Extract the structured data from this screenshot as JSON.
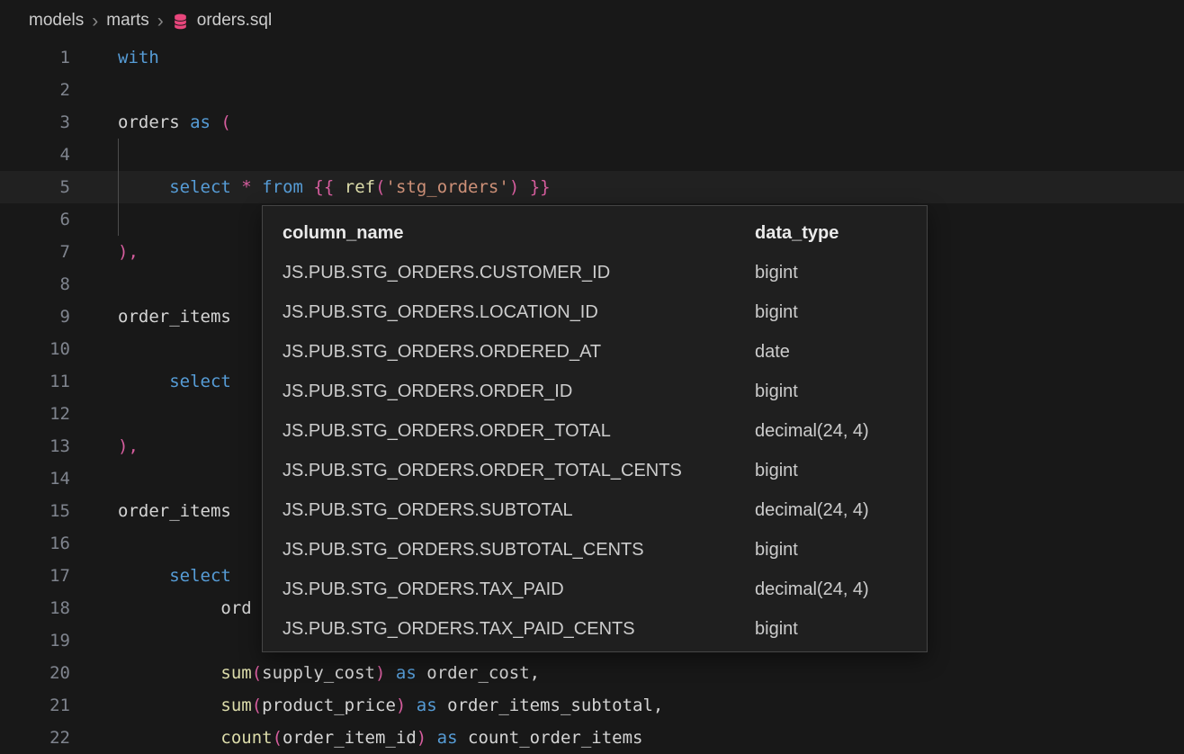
{
  "breadcrumb": {
    "items": [
      "models",
      "marts",
      "orders.sql"
    ],
    "separator": "›",
    "icon_color": "#E8467C"
  },
  "editor": {
    "background": "#181818",
    "current_line_background": "#212121",
    "token_colors": {
      "k": "#569cd6",
      "p": "#d4d4d4",
      "f": "#dcdcaa",
      "s": "#ce9178",
      "m": "#d65d9e"
    },
    "lines": [
      {
        "n": "1",
        "seg": [
          [
            "k",
            "with"
          ]
        ]
      },
      {
        "n": "2",
        "seg": []
      },
      {
        "n": "3",
        "seg": [
          [
            "p",
            "orders "
          ],
          [
            "k",
            "as"
          ],
          [
            "p",
            " "
          ],
          [
            "m",
            "("
          ]
        ]
      },
      {
        "n": "4",
        "guide": true,
        "seg": []
      },
      {
        "n": "5",
        "cur": true,
        "guide": true,
        "seg": [
          [
            "p",
            "     "
          ],
          [
            "k",
            "select"
          ],
          [
            "p",
            " "
          ],
          [
            "m",
            "*"
          ],
          [
            "p",
            " "
          ],
          [
            "k",
            "from"
          ],
          [
            "p",
            " "
          ],
          [
            "m",
            "{{"
          ],
          [
            "p",
            " "
          ],
          [
            "f",
            "ref"
          ],
          [
            "m",
            "("
          ],
          [
            "s",
            "'stg_orders'"
          ],
          [
            "m",
            ")"
          ],
          [
            "p",
            " "
          ],
          [
            "m",
            "}}"
          ]
        ]
      },
      {
        "n": "6",
        "guide": true,
        "seg": []
      },
      {
        "n": "7",
        "seg": [
          [
            "m",
            "),"
          ]
        ]
      },
      {
        "n": "8",
        "seg": []
      },
      {
        "n": "9",
        "seg": [
          [
            "p",
            "order_items"
          ]
        ]
      },
      {
        "n": "10",
        "seg": []
      },
      {
        "n": "11",
        "seg": [
          [
            "p",
            "     "
          ],
          [
            "k",
            "select"
          ]
        ]
      },
      {
        "n": "12",
        "seg": []
      },
      {
        "n": "13",
        "seg": [
          [
            "m",
            "),"
          ]
        ]
      },
      {
        "n": "14",
        "seg": []
      },
      {
        "n": "15",
        "seg": [
          [
            "p",
            "order_items"
          ]
        ]
      },
      {
        "n": "16",
        "seg": []
      },
      {
        "n": "17",
        "seg": [
          [
            "p",
            "     "
          ],
          [
            "k",
            "select"
          ]
        ]
      },
      {
        "n": "18",
        "seg": [
          [
            "p",
            "          ord"
          ]
        ]
      },
      {
        "n": "19",
        "seg": []
      },
      {
        "n": "20",
        "seg": [
          [
            "p",
            "          "
          ],
          [
            "f",
            "sum"
          ],
          [
            "m",
            "("
          ],
          [
            "p",
            "supply_cost"
          ],
          [
            "m",
            ")"
          ],
          [
            "p",
            " "
          ],
          [
            "k",
            "as"
          ],
          [
            "p",
            " order_cost,"
          ]
        ]
      },
      {
        "n": "21",
        "seg": [
          [
            "p",
            "          "
          ],
          [
            "f",
            "sum"
          ],
          [
            "m",
            "("
          ],
          [
            "p",
            "product_price"
          ],
          [
            "m",
            ")"
          ],
          [
            "p",
            " "
          ],
          [
            "k",
            "as"
          ],
          [
            "p",
            " order_items_subtotal,"
          ]
        ]
      },
      {
        "n": "22",
        "seg": [
          [
            "p",
            "          "
          ],
          [
            "f",
            "count"
          ],
          [
            "m",
            "("
          ],
          [
            "p",
            "order_item_id"
          ],
          [
            "m",
            ")"
          ],
          [
            "p",
            " "
          ],
          [
            "k",
            "as"
          ],
          [
            "p",
            " count_order_items"
          ]
        ]
      }
    ]
  },
  "popup": {
    "headers": [
      "column_name",
      "data_type"
    ],
    "rows": [
      {
        "column_name": "JS.PUB.STG_ORDERS.CUSTOMER_ID",
        "data_type": "bigint"
      },
      {
        "column_name": "JS.PUB.STG_ORDERS.LOCATION_ID",
        "data_type": "bigint"
      },
      {
        "column_name": "JS.PUB.STG_ORDERS.ORDERED_AT",
        "data_type": "date"
      },
      {
        "column_name": "JS.PUB.STG_ORDERS.ORDER_ID",
        "data_type": "bigint"
      },
      {
        "column_name": "JS.PUB.STG_ORDERS.ORDER_TOTAL",
        "data_type": "decimal(24, 4)"
      },
      {
        "column_name": "JS.PUB.STG_ORDERS.ORDER_TOTAL_CENTS",
        "data_type": "bigint"
      },
      {
        "column_name": "JS.PUB.STG_ORDERS.SUBTOTAL",
        "data_type": "decimal(24, 4)"
      },
      {
        "column_name": "JS.PUB.STG_ORDERS.SUBTOTAL_CENTS",
        "data_type": "bigint"
      },
      {
        "column_name": "JS.PUB.STG_ORDERS.TAX_PAID",
        "data_type": "decimal(24, 4)"
      },
      {
        "column_name": "JS.PUB.STG_ORDERS.TAX_PAID_CENTS",
        "data_type": "bigint"
      }
    ]
  }
}
